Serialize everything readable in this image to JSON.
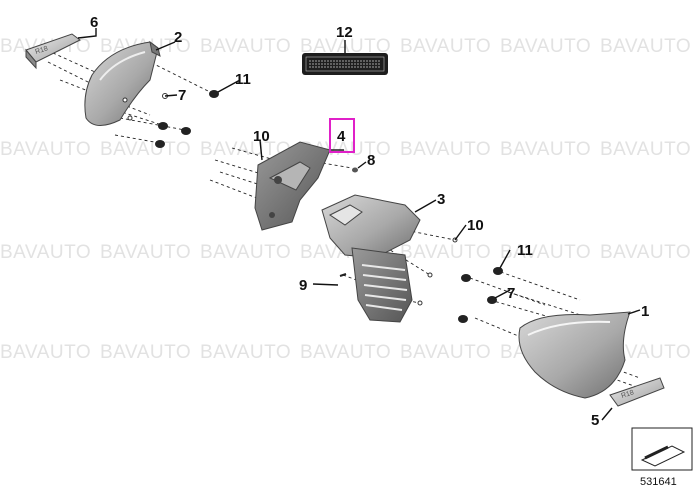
{
  "watermark": "BAVAUTO",
  "callouts": [
    {
      "id": "1",
      "label": "1"
    },
    {
      "id": "2",
      "label": "2"
    },
    {
      "id": "3",
      "label": "3"
    },
    {
      "id": "4",
      "label": "4",
      "highlighted": true
    },
    {
      "id": "5",
      "label": "5"
    },
    {
      "id": "6",
      "label": "6"
    },
    {
      "id": "7a",
      "label": "7"
    },
    {
      "id": "7b",
      "label": "7"
    },
    {
      "id": "8",
      "label": "8"
    },
    {
      "id": "9",
      "label": "9"
    },
    {
      "id": "10a",
      "label": "10"
    },
    {
      "id": "10b",
      "label": "10"
    },
    {
      "id": "11a",
      "label": "11"
    },
    {
      "id": "11b",
      "label": "11"
    },
    {
      "id": "12",
      "label": "12"
    }
  ],
  "reference_number": "531641",
  "highlight_color": "#e020c8"
}
